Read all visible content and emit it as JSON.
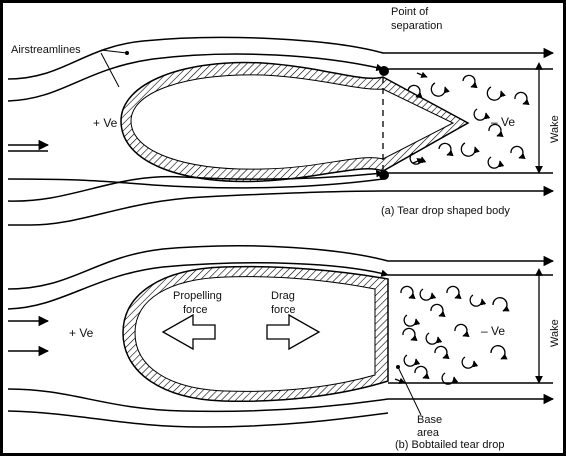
{
  "diagram": {
    "top": {
      "point_label_1": "Point of",
      "point_label_2": "separation",
      "streamlines_label": "Airstreamlines",
      "pos_label": "+ Ve",
      "neg_label": "– Ve",
      "wake_label": "Wake",
      "caption": "(a) Tear drop shaped body"
    },
    "bottom": {
      "propelling_1": "Propelling",
      "propelling_2": "force",
      "drag_1": "Drag",
      "drag_2": "force",
      "pos_label": "+ Ve",
      "neg_label": "– Ve",
      "wake_label": "Wake",
      "base_1": "Base",
      "base_2": "area",
      "caption": "(b) Bobtailed tear drop"
    }
  }
}
